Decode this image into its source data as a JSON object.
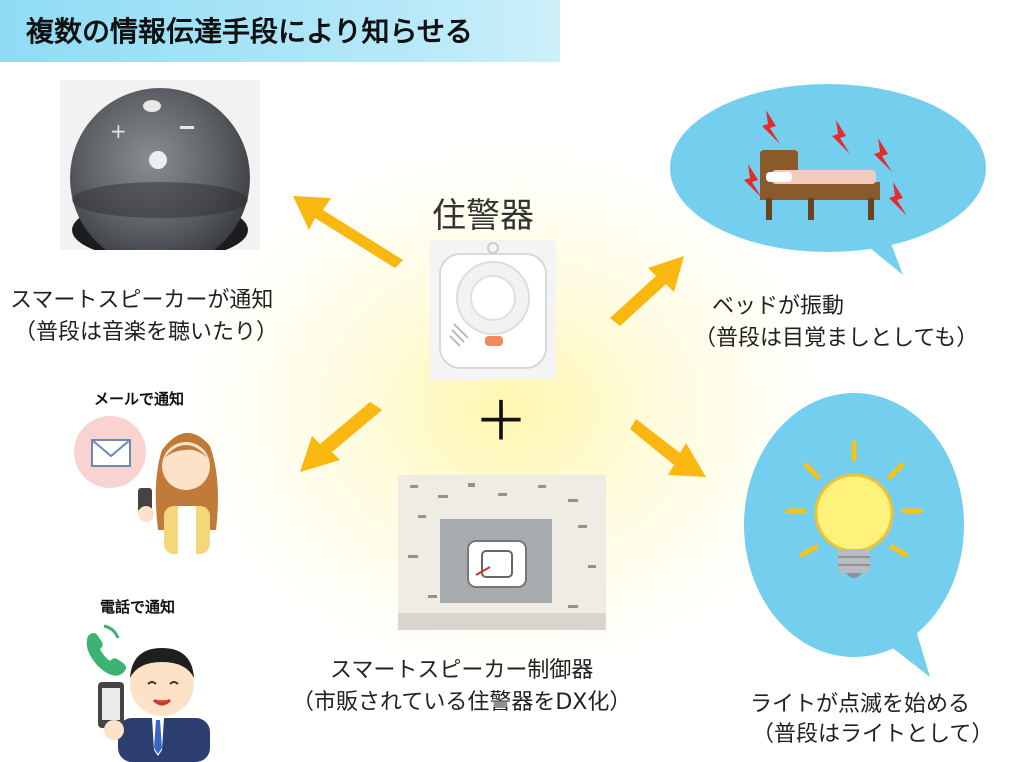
{
  "title": "複数の情報伝達手段により知らせる",
  "center": {
    "alarm_label": "住警器",
    "plus": "＋",
    "controller_label": "スマートスピーカー制御器",
    "controller_sub": "（市販されている住警器をDX化）"
  },
  "speaker": {
    "label": "スマートスピーカーが通知",
    "sub": "（普段は音楽を聴いたり）"
  },
  "bed": {
    "label": "ベッドが振動",
    "sub": "（普段は目覚ましとしても）"
  },
  "light": {
    "label": "ライトが点滅を始める",
    "sub": "（普段はライトとして）"
  },
  "mail": {
    "label": "メールで通知"
  },
  "phone": {
    "label": "電話で通知"
  },
  "colors": {
    "banner": "#8fdcf4",
    "arrow": "#f9b70f",
    "bubble": "#74cfee"
  }
}
